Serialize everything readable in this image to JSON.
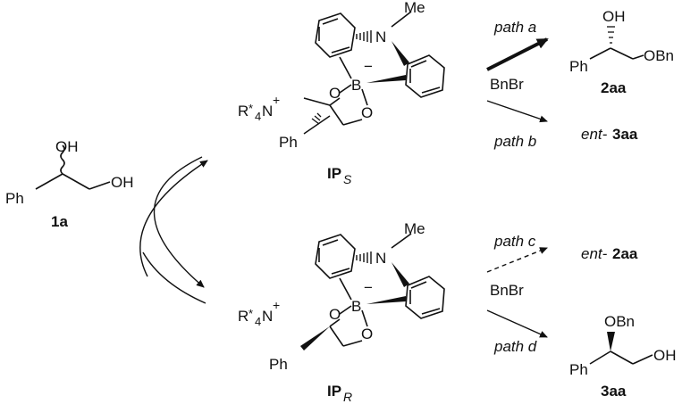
{
  "substrate": {
    "oh_top": "OH",
    "oh_right": "OH",
    "ph": "Ph",
    "label": "1a"
  },
  "intermediate_s": {
    "me": "Me",
    "n": "N",
    "b": "B",
    "charge": "−",
    "o1": "O",
    "o2": "O",
    "ph": "Ph",
    "cation_r": "R",
    "cation_star": "*",
    "cation_sub": "4",
    "cation_n": "N",
    "cation_plus": "+",
    "label_main": "IP",
    "label_sub": "S"
  },
  "intermediate_r": {
    "me": "Me",
    "n": "N",
    "b": "B",
    "charge": "−",
    "o1": "O",
    "o2": "O",
    "ph": "Ph",
    "cation_r": "R",
    "cation_star": "*",
    "cation_sub": "4",
    "cation_n": "N",
    "cation_plus": "+",
    "label_main": "IP",
    "label_sub": "R"
  },
  "paths": {
    "a": "path a",
    "b": "path b",
    "c": "path c",
    "d": "path d",
    "reagent_top": "BnBr",
    "reagent_bottom": "BnBr"
  },
  "product_2aa": {
    "oh": "OH",
    "obn": "OBn",
    "ph": "Ph",
    "label": "2aa"
  },
  "ent_3aa": {
    "prefix": "ent-",
    "num": "3aa"
  },
  "ent_2aa": {
    "prefix": "ent-",
    "num": "2aa"
  },
  "product_3aa": {
    "obn": "OBn",
    "oh": "OH",
    "ph": "Ph",
    "label": "3aa"
  }
}
